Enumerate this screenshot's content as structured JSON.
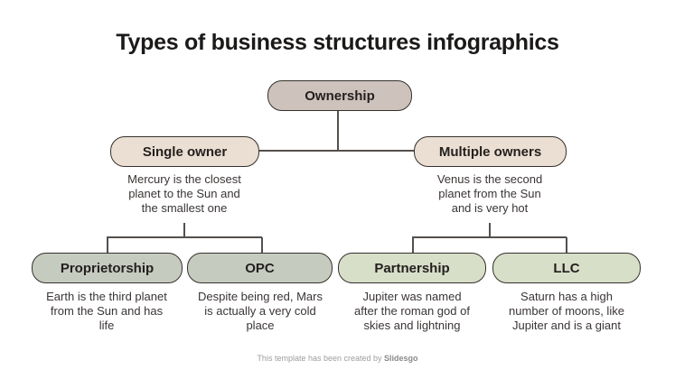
{
  "title": "Types of business structures infographics",
  "nodes": {
    "ownership": {
      "label": "Ownership"
    },
    "single_owner": {
      "label": "Single owner",
      "lines": [
        "Mercury is the closest",
        "planet to the Sun and",
        "the smallest one"
      ]
    },
    "multiple_owners": {
      "label": "Multiple owners",
      "lines": [
        "Venus is the second",
        "planet from the Sun",
        "and is very hot"
      ]
    },
    "proprietorship": {
      "label": "Proprietorship",
      "lines": [
        "Earth is the third planet",
        "from the Sun and has",
        "life"
      ]
    },
    "opc": {
      "label": "OPC",
      "lines": [
        "Despite being red, Mars",
        "is actually a very cold",
        "place"
      ]
    },
    "partnership": {
      "label": "Partnership",
      "lines": [
        "Jupiter was named",
        "after the roman god of",
        "skies and lightning"
      ]
    },
    "llc": {
      "label": "LLC",
      "lines": [
        "Saturn has a high",
        "number of moons, like",
        "Jupiter and is a giant"
      ]
    }
  },
  "colors": {
    "ownership_fill": "#cdc2bc",
    "owner_fill": "#eadfd2",
    "type_left_fill": "#c6cbbf",
    "type_right_fill": "#d7dfc9",
    "border": "#35302d",
    "line": "#55504c"
  },
  "footer": {
    "prefix": "This template has been created by ",
    "brand": "Slidesgo"
  }
}
